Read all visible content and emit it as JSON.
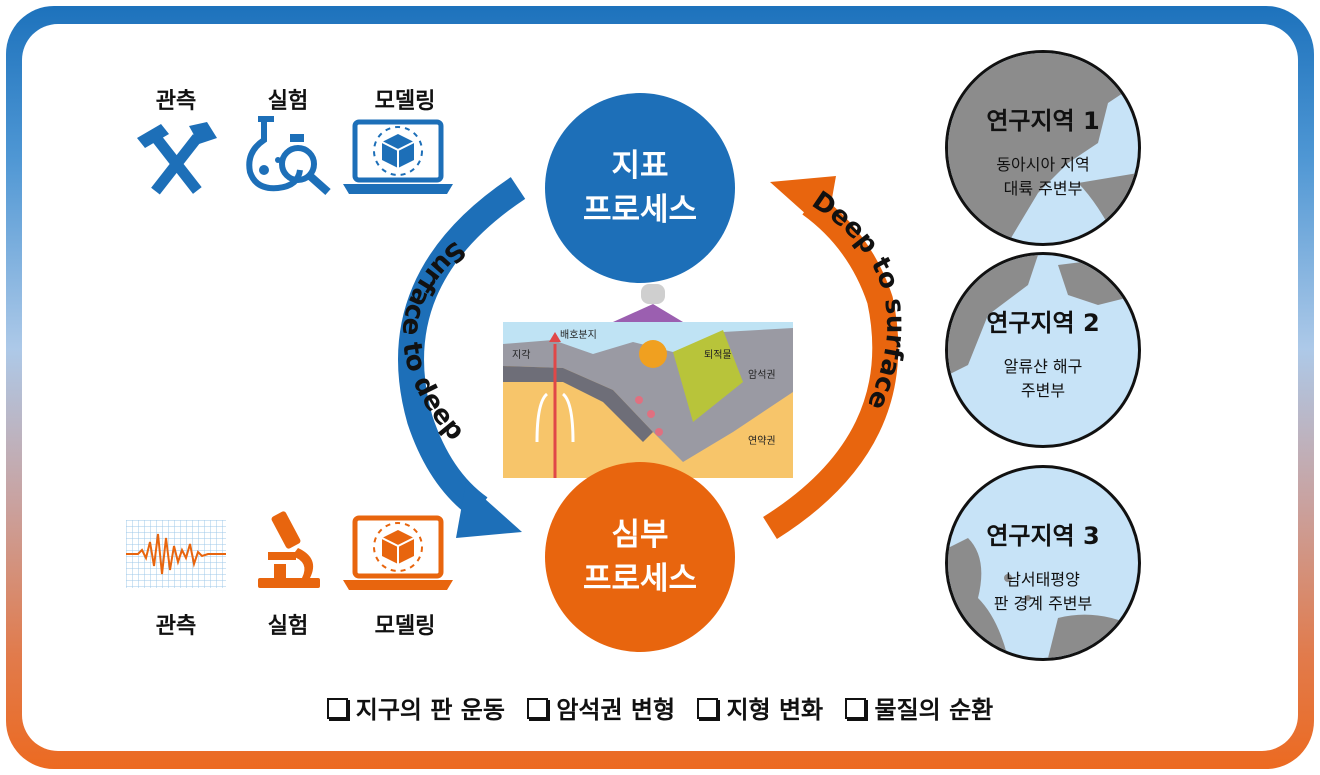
{
  "top_row": {
    "labels": [
      "관측",
      "실험",
      "모델링"
    ],
    "icons": [
      "hammer-pick-icon",
      "flask-magnifier-icon",
      "laptop-cube-icon"
    ],
    "color": "#1d6fb8"
  },
  "bottom_row": {
    "labels": [
      "관측",
      "실험",
      "모델링"
    ],
    "icons": [
      "seismogram-icon",
      "microscope-icon",
      "laptop-cube-icon"
    ],
    "color": "#e8650e"
  },
  "surface_process": {
    "line1": "지표",
    "line2": "프로세스",
    "color": "#1d6fb8"
  },
  "deep_process": {
    "line1": "심부",
    "line2": "프로세스",
    "color": "#e8650e"
  },
  "arrows": {
    "left_label": "Surface to deep",
    "right_label": "Deep to surface"
  },
  "cross_section": {
    "labels": [
      "배호분지",
      "지각",
      "퇴적물",
      "암석권",
      "연약권"
    ]
  },
  "regions": [
    {
      "title": "연구지역 1",
      "line1": "동아시아 지역",
      "line2": "대륙 주변부"
    },
    {
      "title": "연구지역 2",
      "line1": "알류샨 해구",
      "line2": "주변부"
    },
    {
      "title": "연구지역 3",
      "line1": "남서태평양",
      "line2": "판 경계 주변부"
    }
  ],
  "topics": [
    "지구의 판 운동",
    "암석권 변형",
    "지형 변화",
    "물질의 순환"
  ]
}
